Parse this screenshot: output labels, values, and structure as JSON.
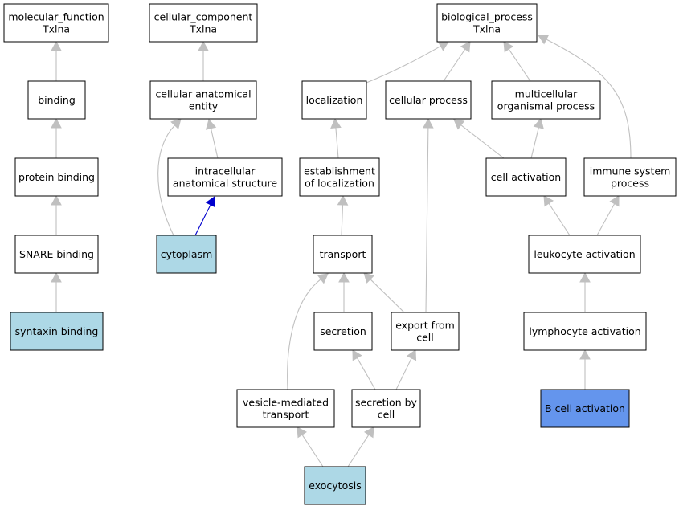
{
  "colors": {
    "default_fill": "#ffffff",
    "annotated_fill": "#add8e6",
    "query_fill": "#6495ed",
    "edge_default": "#c0c0c0",
    "edge_part_of": "#0000cd"
  },
  "nodes": [
    {
      "id": "molecular_function",
      "lines": [
        "molecular_function",
        "Txlna"
      ],
      "style": "default"
    },
    {
      "id": "binding",
      "lines": [
        "binding"
      ],
      "style": "default"
    },
    {
      "id": "protein_binding",
      "lines": [
        "protein binding"
      ],
      "style": "default"
    },
    {
      "id": "snare_binding",
      "lines": [
        "SNARE binding"
      ],
      "style": "default"
    },
    {
      "id": "syntaxin_binding",
      "lines": [
        "syntaxin binding"
      ],
      "style": "annotated"
    },
    {
      "id": "cellular_component",
      "lines": [
        "cellular_component",
        "Txlna"
      ],
      "style": "default"
    },
    {
      "id": "cellular_anatomical_entity",
      "lines": [
        "cellular anatomical",
        "entity"
      ],
      "style": "default"
    },
    {
      "id": "intracellular_anatomical_structure",
      "lines": [
        "intracellular",
        "anatomical structure"
      ],
      "style": "default"
    },
    {
      "id": "cytoplasm",
      "lines": [
        "cytoplasm"
      ],
      "style": "annotated"
    },
    {
      "id": "biological_process",
      "lines": [
        "biological_process",
        "Txlna"
      ],
      "style": "default"
    },
    {
      "id": "localization",
      "lines": [
        "localization"
      ],
      "style": "default"
    },
    {
      "id": "cellular_process",
      "lines": [
        "cellular process"
      ],
      "style": "default"
    },
    {
      "id": "multicellular_organismal_process",
      "lines": [
        "multicellular",
        "organismal process"
      ],
      "style": "default"
    },
    {
      "id": "establishment_of_localization",
      "lines": [
        "establishment",
        "of localization"
      ],
      "style": "default"
    },
    {
      "id": "cell_activation",
      "lines": [
        "cell activation"
      ],
      "style": "default"
    },
    {
      "id": "immune_system_process",
      "lines": [
        "immune system",
        "process"
      ],
      "style": "default"
    },
    {
      "id": "transport",
      "lines": [
        "transport"
      ],
      "style": "default"
    },
    {
      "id": "leukocyte_activation",
      "lines": [
        "leukocyte activation"
      ],
      "style": "default"
    },
    {
      "id": "secretion",
      "lines": [
        "secretion"
      ],
      "style": "default"
    },
    {
      "id": "export_from_cell",
      "lines": [
        "export from",
        "cell"
      ],
      "style": "default"
    },
    {
      "id": "lymphocyte_activation",
      "lines": [
        "lymphocyte activation"
      ],
      "style": "default"
    },
    {
      "id": "vesicle_mediated_transport",
      "lines": [
        "vesicle-mediated",
        "transport"
      ],
      "style": "default"
    },
    {
      "id": "secretion_by_cell",
      "lines": [
        "secretion by",
        "cell"
      ],
      "style": "default"
    },
    {
      "id": "b_cell_activation",
      "lines": [
        "B cell activation"
      ],
      "style": "query"
    },
    {
      "id": "exocytosis",
      "lines": [
        "exocytosis"
      ],
      "style": "annotated"
    }
  ],
  "edges": [
    {
      "from": "binding",
      "to": "molecular_function",
      "type": "is_a"
    },
    {
      "from": "protein_binding",
      "to": "binding",
      "type": "is_a"
    },
    {
      "from": "snare_binding",
      "to": "protein_binding",
      "type": "is_a"
    },
    {
      "from": "syntaxin_binding",
      "to": "snare_binding",
      "type": "is_a"
    },
    {
      "from": "cellular_anatomical_entity",
      "to": "cellular_component",
      "type": "is_a"
    },
    {
      "from": "intracellular_anatomical_structure",
      "to": "cellular_anatomical_entity",
      "type": "is_a"
    },
    {
      "from": "cytoplasm",
      "to": "cellular_anatomical_entity",
      "type": "is_a"
    },
    {
      "from": "cytoplasm",
      "to": "intracellular_anatomical_structure",
      "type": "part_of"
    },
    {
      "from": "localization",
      "to": "biological_process",
      "type": "is_a"
    },
    {
      "from": "cellular_process",
      "to": "biological_process",
      "type": "is_a"
    },
    {
      "from": "multicellular_organismal_process",
      "to": "biological_process",
      "type": "is_a"
    },
    {
      "from": "immune_system_process",
      "to": "biological_process",
      "type": "is_a"
    },
    {
      "from": "establishment_of_localization",
      "to": "localization",
      "type": "is_a"
    },
    {
      "from": "transport",
      "to": "establishment_of_localization",
      "type": "is_a"
    },
    {
      "from": "cell_activation",
      "to": "cellular_process",
      "type": "is_a"
    },
    {
      "from": "cell_activation",
      "to": "multicellular_organismal_process",
      "type": "is_a"
    },
    {
      "from": "export_from_cell",
      "to": "cellular_process",
      "type": "is_a"
    },
    {
      "from": "export_from_cell",
      "to": "transport",
      "type": "is_a"
    },
    {
      "from": "secretion",
      "to": "transport",
      "type": "is_a"
    },
    {
      "from": "vesicle_mediated_transport",
      "to": "transport",
      "type": "is_a"
    },
    {
      "from": "leukocyte_activation",
      "to": "cell_activation",
      "type": "is_a"
    },
    {
      "from": "leukocyte_activation",
      "to": "immune_system_process",
      "type": "is_a"
    },
    {
      "from": "lymphocyte_activation",
      "to": "leukocyte_activation",
      "type": "is_a"
    },
    {
      "from": "b_cell_activation",
      "to": "lymphocyte_activation",
      "type": "is_a"
    },
    {
      "from": "secretion_by_cell",
      "to": "secretion",
      "type": "is_a"
    },
    {
      "from": "secretion_by_cell",
      "to": "export_from_cell",
      "type": "is_a"
    },
    {
      "from": "exocytosis",
      "to": "vesicle_mediated_transport",
      "type": "is_a"
    },
    {
      "from": "exocytosis",
      "to": "secretion_by_cell",
      "type": "is_a"
    }
  ]
}
